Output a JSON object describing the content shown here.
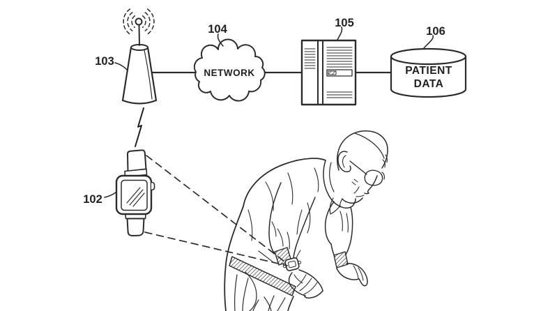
{
  "figure": {
    "colors": {
      "background": "#ffffff",
      "ink": "#2b2b2b"
    },
    "reference_labels": {
      "watch": "102",
      "tower": "103",
      "network": "104",
      "server": "105",
      "database": "106"
    },
    "node_texts": {
      "network": "NETWORK",
      "database_line1": "PATIENT",
      "database_line2": "DATA"
    }
  }
}
